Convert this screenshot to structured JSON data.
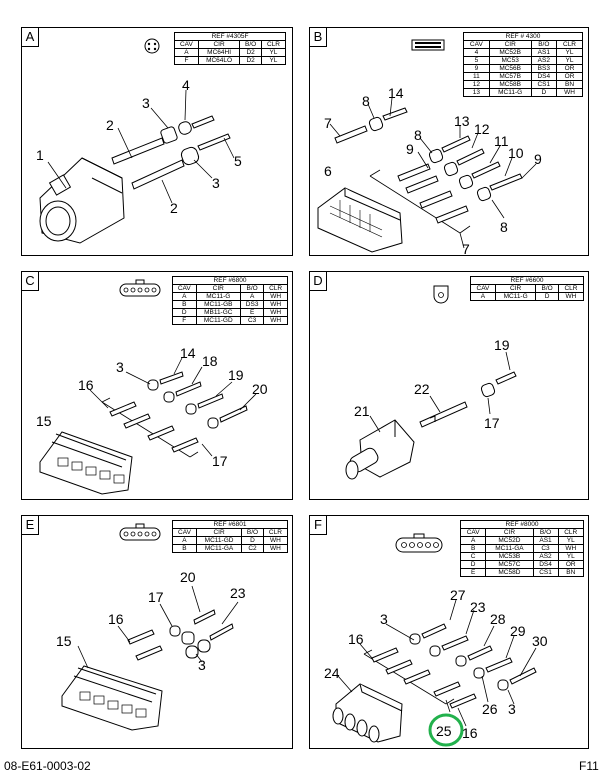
{
  "footer": {
    "doc_number": "08-E61-0003-02",
    "page": "F11"
  },
  "highlight_color": "#22b14c",
  "panels": {
    "A": {
      "letter": "A",
      "ref": "REF #4305F",
      "headers": [
        "CAV",
        "CIR",
        "B/O",
        "CLR"
      ],
      "rows": [
        [
          "A",
          "MC64HI",
          "D2",
          "YL"
        ],
        [
          "F",
          "MC64LO",
          "D2",
          "YL"
        ]
      ],
      "callouts": [
        "4",
        "3",
        "2",
        "1",
        "5",
        "3",
        "2"
      ]
    },
    "B": {
      "letter": "B",
      "ref": "REF # 4300",
      "headers": [
        "CAV",
        "CIR",
        "B/O",
        "CLR"
      ],
      "rows": [
        [
          "4",
          "MC52B",
          "AS1",
          "YL"
        ],
        [
          "5",
          "MC53",
          "AS2",
          "YL"
        ],
        [
          "9",
          "MC56B",
          "BS3",
          "OR"
        ],
        [
          "11",
          "MC57B",
          "DS4",
          "OR"
        ],
        [
          "12",
          "MC58B",
          "CS1",
          "BN"
        ],
        [
          "13",
          "MC11-G",
          "D",
          "WH"
        ]
      ],
      "callouts": [
        "14",
        "8",
        "7",
        "13",
        "12",
        "8",
        "11",
        "9",
        "10",
        "9",
        "6",
        "8",
        "7"
      ]
    },
    "C": {
      "letter": "C",
      "ref": "REF #6800",
      "headers": [
        "CAV",
        "CIR",
        "B/O",
        "CLR"
      ],
      "rows": [
        [
          "A",
          "MC11-G",
          "A",
          "WH"
        ],
        [
          "B",
          "MC11-GB",
          "DS3",
          "WH"
        ],
        [
          "D",
          "MB11-GC",
          "E",
          "WH"
        ],
        [
          "F",
          "MC11-GD",
          "C3",
          "WH"
        ]
      ],
      "callouts": [
        "14",
        "18",
        "3",
        "19",
        "16",
        "20",
        "15",
        "17"
      ]
    },
    "D": {
      "letter": "D",
      "ref": "REF #6600",
      "headers": [
        "CAV",
        "CIR",
        "B/O",
        "CLR"
      ],
      "rows": [
        [
          "A",
          "MC11-G",
          "D",
          "WH"
        ]
      ],
      "callouts": [
        "19",
        "22",
        "21",
        "17"
      ]
    },
    "E": {
      "letter": "E",
      "ref": "REF #6801",
      "headers": [
        "CAV",
        "CIR",
        "B/O",
        "CLR"
      ],
      "rows": [
        [
          "A",
          "MC11-GD",
          "D",
          "WH"
        ],
        [
          "B",
          "MC11-GA",
          "C2",
          "WH"
        ]
      ],
      "callouts": [
        "20",
        "17",
        "23",
        "16",
        "15",
        "3"
      ]
    },
    "F": {
      "letter": "F",
      "ref": "REF #8000",
      "headers": [
        "CAV",
        "CIR",
        "B/O",
        "CLR"
      ],
      "rows": [
        [
          "A",
          "MC52D",
          "AS1",
          "YL"
        ],
        [
          "B",
          "MC11-GA",
          "C3",
          "WH"
        ],
        [
          "C",
          "MC53B",
          "AS2",
          "YL"
        ],
        [
          "D",
          "MC57C",
          "DS4",
          "OR"
        ],
        [
          "E",
          "MC58D",
          "CS1",
          "BN"
        ]
      ],
      "callouts": [
        "27",
        "23",
        "3",
        "16",
        "28",
        "29",
        "30",
        "24",
        "26",
        "3",
        "25",
        "16"
      ]
    }
  }
}
